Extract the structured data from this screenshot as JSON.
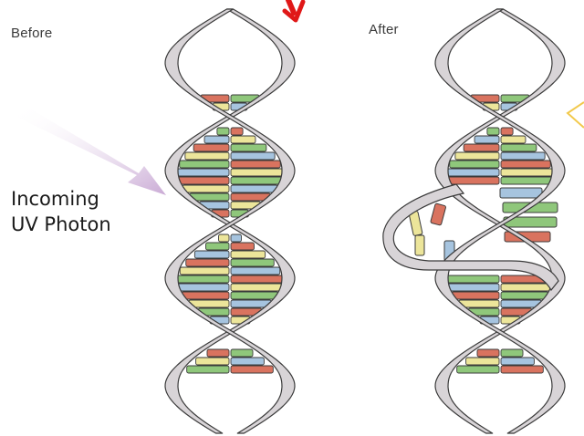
{
  "labels": {
    "before": "Before",
    "after": "After",
    "photon_line1": "Incoming",
    "photon_line2": "UV Photon"
  },
  "colors": {
    "backbone_fill": "#d8d4d7",
    "backbone_stroke": "#3b3b3b",
    "base_red": "#d9735f",
    "base_yellow": "#ece59a",
    "base_green": "#8fc77b",
    "base_blue": "#a6c4df",
    "uv_arrow": "#c7a6d3",
    "red_arrow": "#e01818",
    "yellow_ray": "#f2c94c"
  },
  "icons": [
    "uv-photon-arrow",
    "red-arrow-icon",
    "yellow-ray-icon"
  ]
}
